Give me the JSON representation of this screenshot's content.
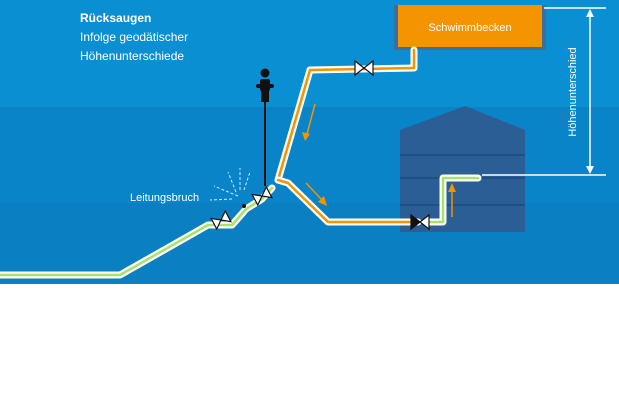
{
  "diagram": {
    "title": "Rücksaugen",
    "subtitle_lines": [
      "Infolge geodätischer",
      "Höhenunterschiede"
    ],
    "pool_label": "Schwimmbecken",
    "break_label": "Leitungsbruch",
    "height_label": "Höhenunterschied"
  },
  "colors": {
    "sky": "#0b8fd3",
    "ground": "#0a84c8",
    "ground_band": "#0a7ec0",
    "tank": "#2a5e95",
    "tank_line": "#1f4f85",
    "pool": "#f39400",
    "pipe_outer": "#ffffff",
    "pipe_fresh": "#a8e26a",
    "pipe_back": "#f39400",
    "arrow": "#f39400",
    "figure": "#111111",
    "valve_fill": "#ffffff",
    "valve_dark": "#111111"
  }
}
